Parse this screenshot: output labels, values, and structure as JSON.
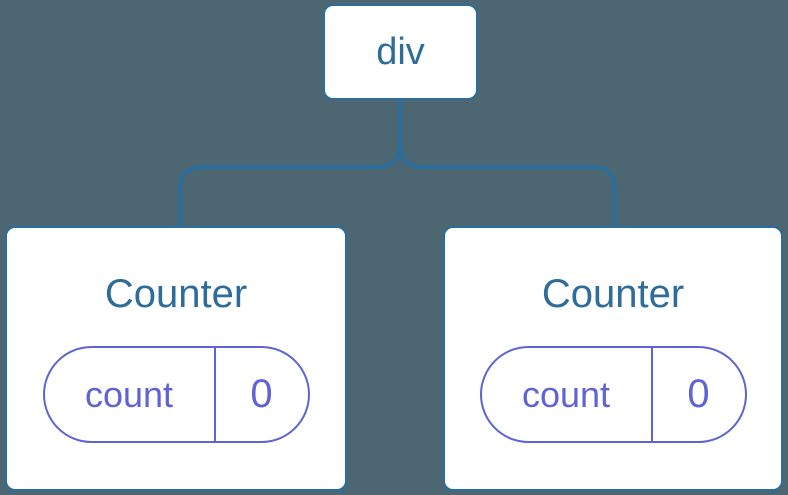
{
  "diagram": {
    "root": {
      "label": "div"
    },
    "children": [
      {
        "title": "Counter",
        "state": {
          "label": "count",
          "value": "0"
        }
      },
      {
        "title": "Counter",
        "state": {
          "label": "count",
          "value": "0"
        }
      }
    ]
  },
  "colors": {
    "background": "#4c6771",
    "node-fill": "#ffffff",
    "node-border": "#2b6d9c",
    "node-text": "#2e6d99",
    "connector": "#2b6d9c",
    "state-accent": "#5f63d3"
  }
}
